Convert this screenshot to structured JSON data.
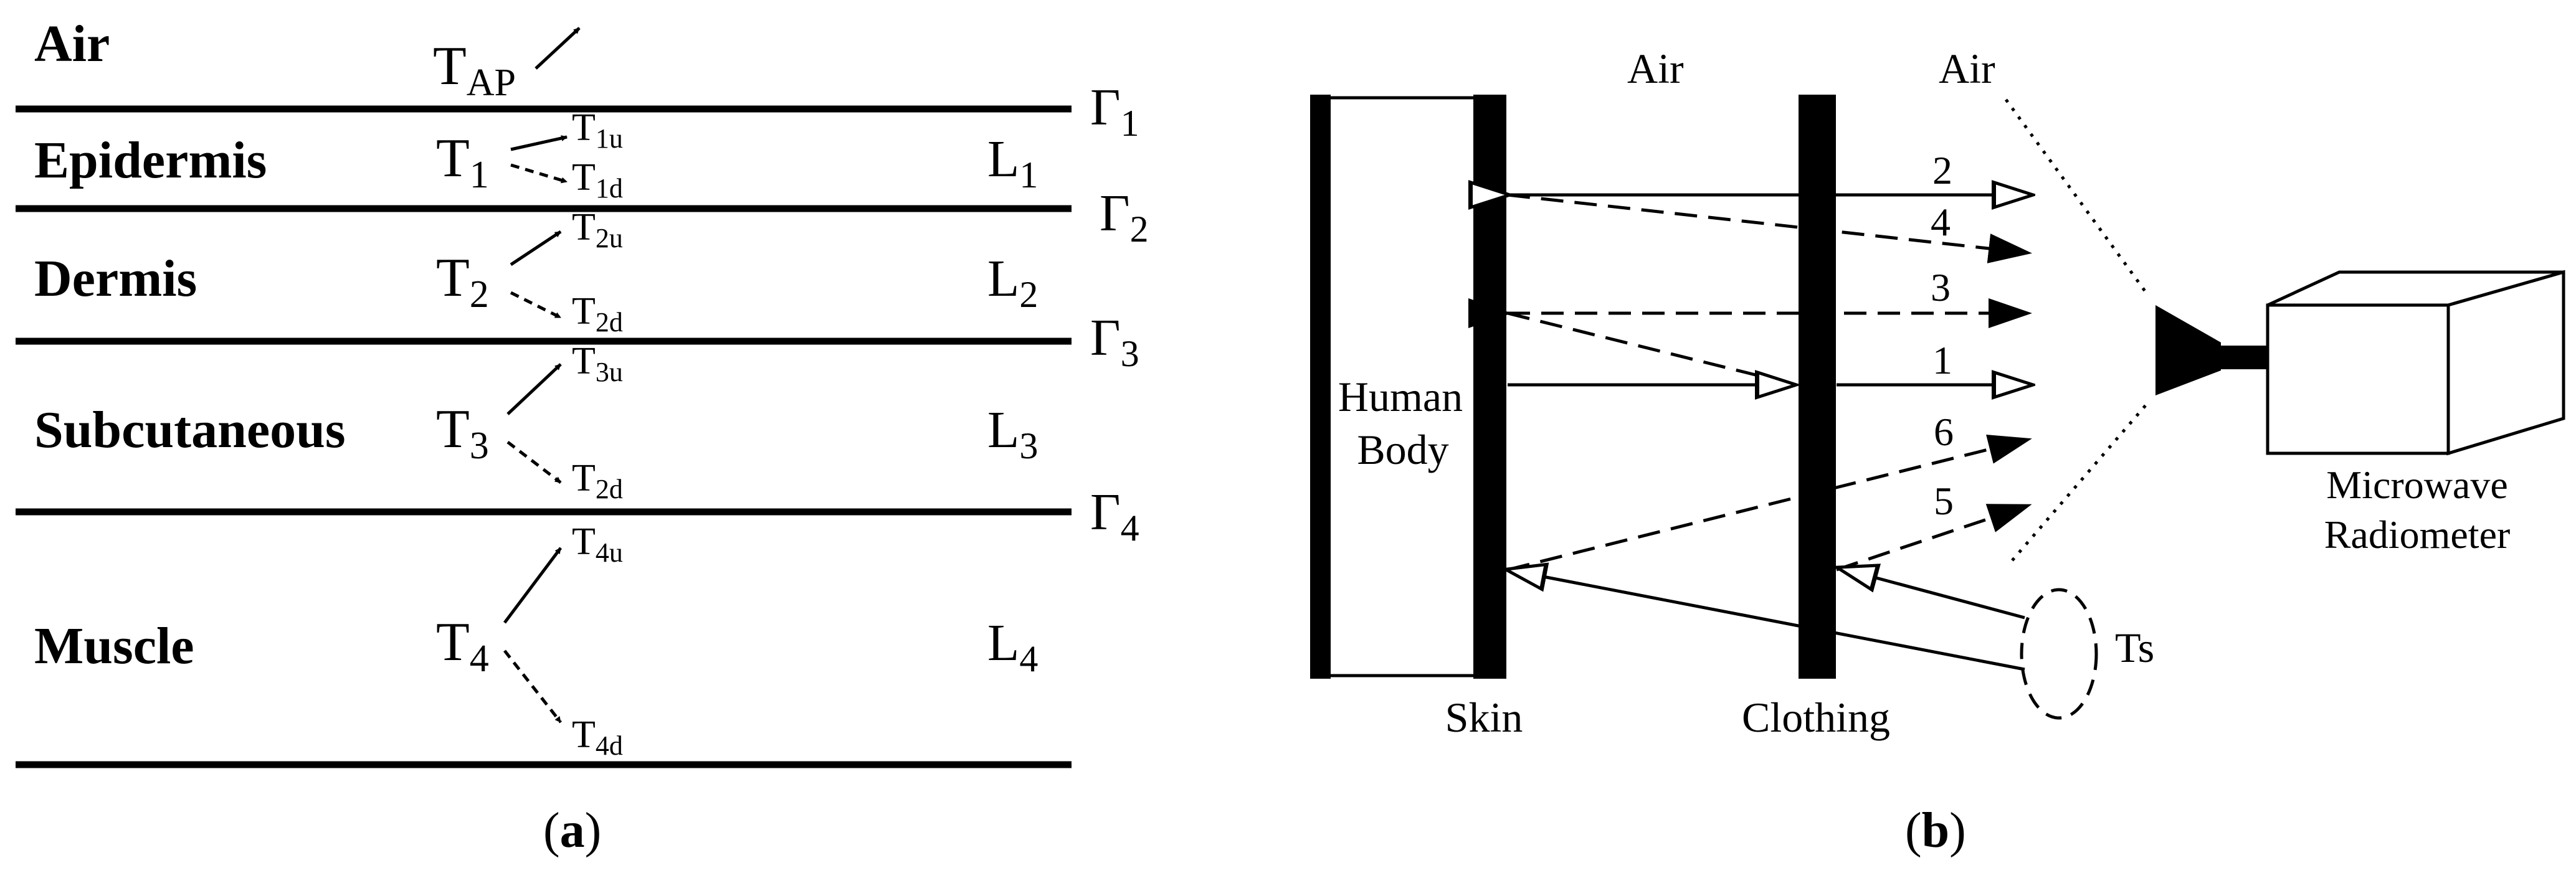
{
  "panel_a": {
    "layers": [
      {
        "name": "Air"
      },
      {
        "name": "Epidermis",
        "temp": "T",
        "temp_sub": "1",
        "up": "T",
        "up_sub": "1u",
        "down": "T",
        "down_sub": "1d",
        "thickness": "L",
        "thickness_sub": "1"
      },
      {
        "name": "Dermis",
        "temp": "T",
        "temp_sub": "2",
        "up": "T",
        "up_sub": "2u",
        "down": "T",
        "down_sub": "2d",
        "thickness": "L",
        "thickness_sub": "2"
      },
      {
        "name": "Subcutaneous",
        "temp": "T",
        "temp_sub": "3",
        "up": "T",
        "up_sub": "3u",
        "down": "T",
        "down_sub": "2d",
        "thickness": "L",
        "thickness_sub": "3"
      },
      {
        "name": "Muscle",
        "temp": "T",
        "temp_sub": "4",
        "up": "T",
        "up_sub": "4u",
        "down": "T",
        "down_sub": "4d",
        "thickness": "L",
        "thickness_sub": "4"
      }
    ],
    "apparent_temp": {
      "main": "T",
      "sub": "AP"
    },
    "boundaries": [
      {
        "main": "Γ",
        "sub": "1"
      },
      {
        "main": "Γ",
        "sub": "2"
      },
      {
        "main": "Γ",
        "sub": "3"
      },
      {
        "main": "Γ",
        "sub": "4"
      }
    ],
    "caption": {
      "open": "(",
      "letter": "a",
      "close": ")"
    }
  },
  "panel_b": {
    "air_left": "Air",
    "air_right": "Air",
    "body_label_line1": "Human",
    "body_label_line2": "Body",
    "skin_label": "Skin",
    "clothing_label": "Clothing",
    "ts_label": "Ts",
    "radiometer_line1": "Microwave",
    "radiometer_line2": "Radiometer",
    "ray_numbers": [
      "2",
      "4",
      "3",
      "1",
      "6",
      "5"
    ],
    "caption": {
      "open": "(",
      "letter": "b",
      "close": ")"
    }
  }
}
